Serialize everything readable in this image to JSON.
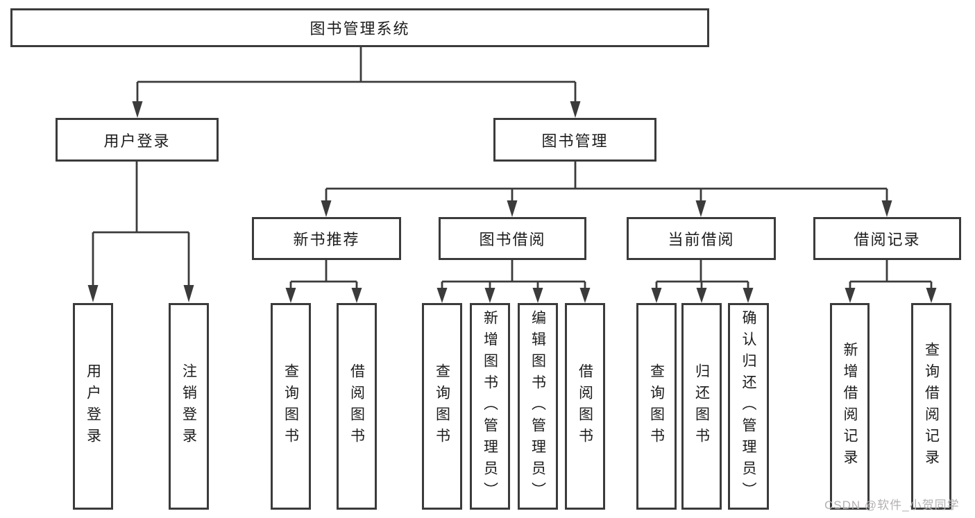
{
  "diagram": {
    "root": {
      "label": "图书管理系统"
    },
    "level2": [
      {
        "label": "用户登录"
      },
      {
        "label": "图书管理"
      }
    ],
    "level3": [
      {
        "label": "新书推荐"
      },
      {
        "label": "图书借阅"
      },
      {
        "label": "当前借阅"
      },
      {
        "label": "借阅记录"
      }
    ],
    "leaves": [
      {
        "label": "用户登录"
      },
      {
        "label": "注销登录"
      },
      {
        "label": "查询图书"
      },
      {
        "label": "借阅图书"
      },
      {
        "label": "查询图书"
      },
      {
        "label": "新增图书（管理员）"
      },
      {
        "label": "编辑图书（管理员）"
      },
      {
        "label": "借阅图书"
      },
      {
        "label": "查询图书"
      },
      {
        "label": "归还图书"
      },
      {
        "label": "确认归还（管理员）"
      },
      {
        "label": "新增借阅记录"
      },
      {
        "label": "查询借阅记录"
      }
    ]
  },
  "watermark": {
    "text": "CSDN @软件_小贺同学"
  },
  "colors": {
    "line": "#3b3b3b",
    "box_border": "#3b3b3b",
    "text": "#1c1c1c",
    "background": "#ffffff",
    "watermark": "#b3b0b0"
  }
}
